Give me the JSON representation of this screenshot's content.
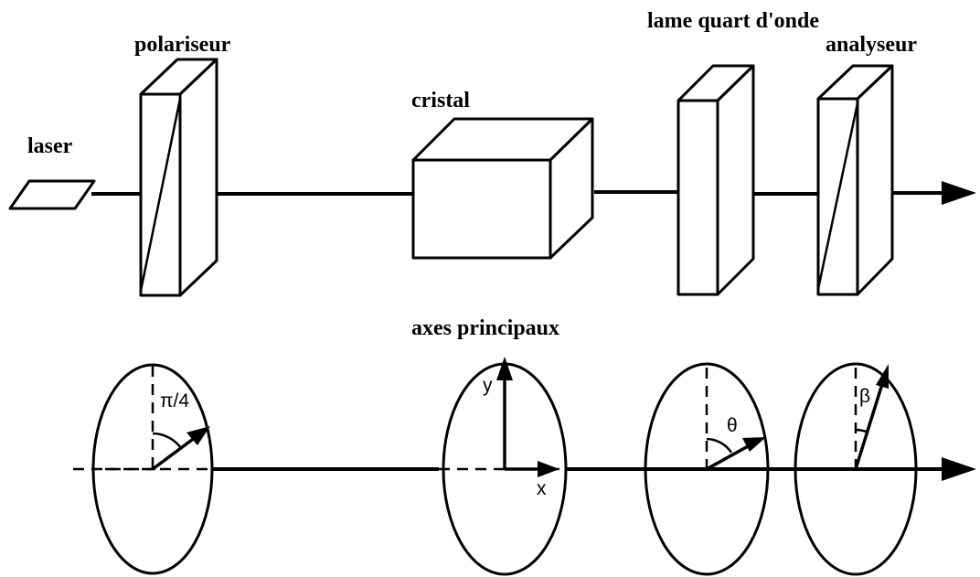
{
  "labels": {
    "laser": "laser",
    "polarizer": "polariseur",
    "crystal": "cristal",
    "quarter_wave_plate": "lame quart d'onde",
    "analyzer": "analyseur",
    "principal_axes": "axes principaux"
  },
  "symbols": {
    "pi_over_4": "π/4",
    "y_axis": "y",
    "x_axis": "x",
    "theta": "θ",
    "beta": "β"
  }
}
